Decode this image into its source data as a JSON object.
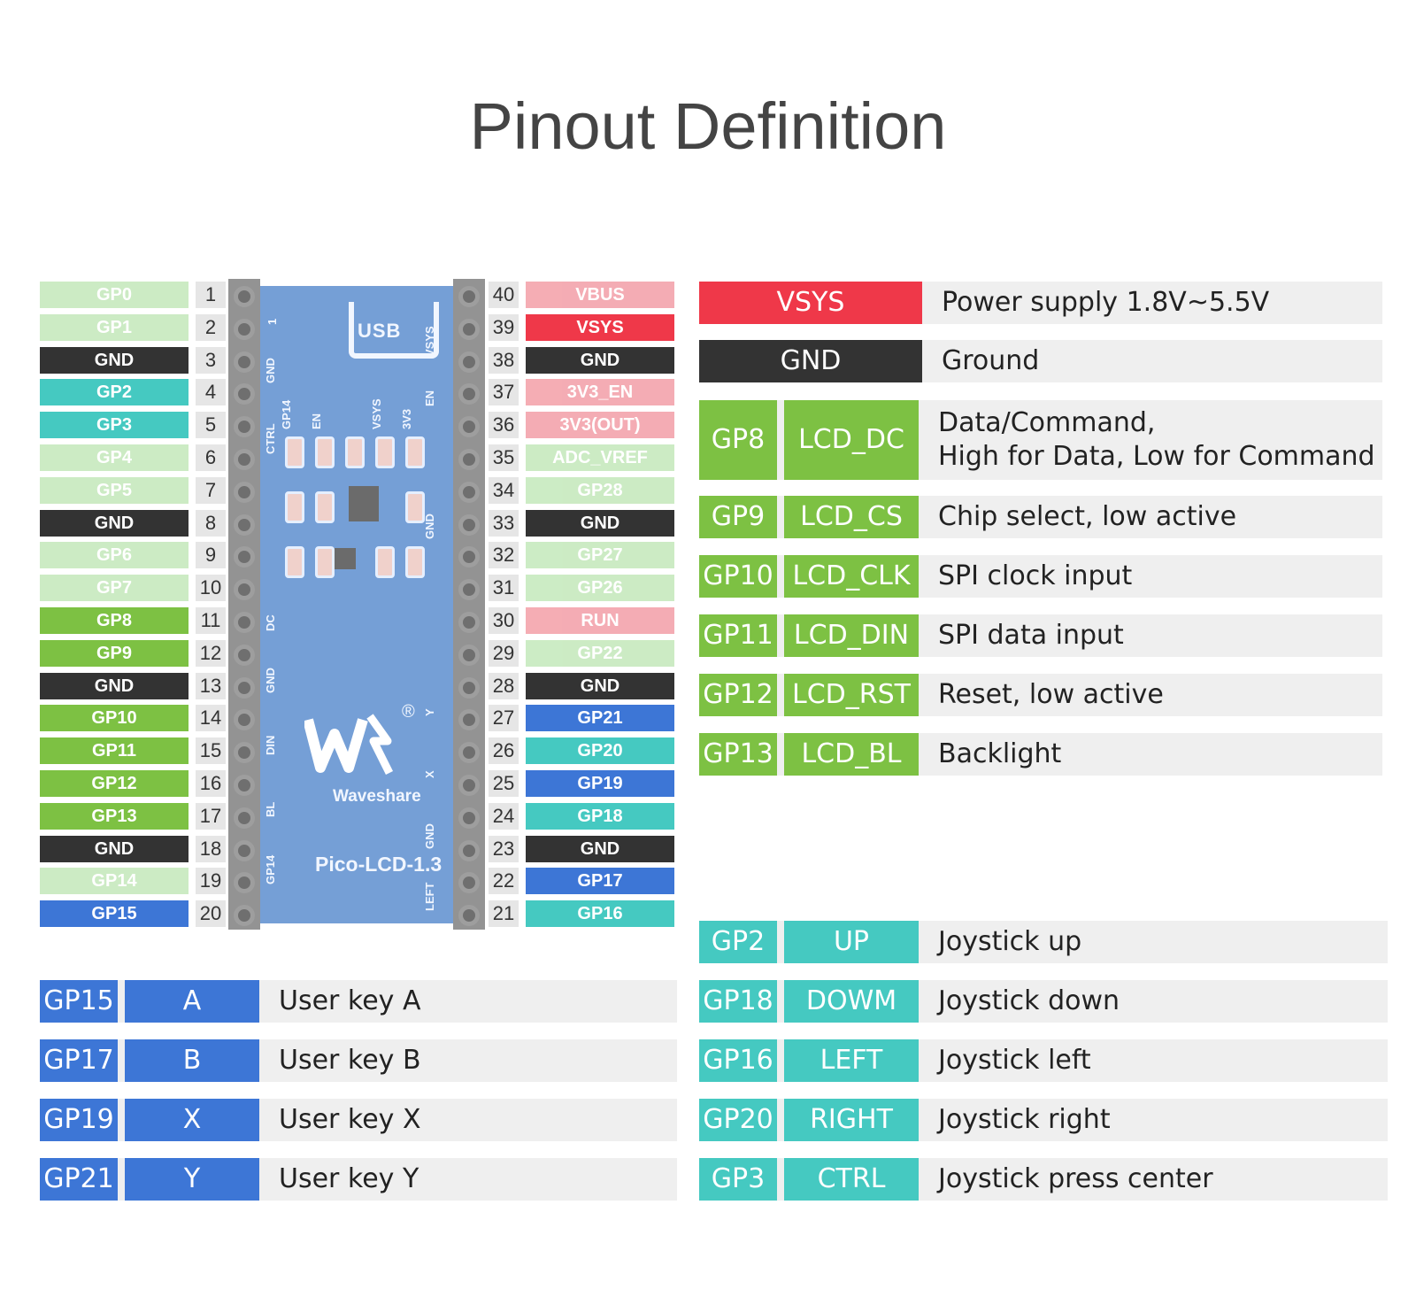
{
  "title": "Pinout Definition",
  "colors": {
    "light_green": "#c8eac0",
    "green": "#7dc143",
    "black": "#333333",
    "teal": "#45c9c1",
    "blue": "#3d76d6",
    "pink": "#f4a6ae",
    "red": "#ef3849"
  },
  "left_pins": [
    {
      "num": "1",
      "label": "GP0",
      "color": "light_green"
    },
    {
      "num": "2",
      "label": "GP1",
      "color": "light_green"
    },
    {
      "num": "3",
      "label": "GND",
      "color": "black"
    },
    {
      "num": "4",
      "label": "GP2",
      "color": "teal"
    },
    {
      "num": "5",
      "label": "GP3",
      "color": "teal"
    },
    {
      "num": "6",
      "label": "GP4",
      "color": "light_green"
    },
    {
      "num": "7",
      "label": "GP5",
      "color": "light_green"
    },
    {
      "num": "8",
      "label": "GND",
      "color": "black"
    },
    {
      "num": "9",
      "label": "GP6",
      "color": "light_green"
    },
    {
      "num": "10",
      "label": "GP7",
      "color": "light_green"
    },
    {
      "num": "11",
      "label": "GP8",
      "color": "green"
    },
    {
      "num": "12",
      "label": "GP9",
      "color": "green"
    },
    {
      "num": "13",
      "label": "GND",
      "color": "black"
    },
    {
      "num": "14",
      "label": "GP10",
      "color": "green"
    },
    {
      "num": "15",
      "label": "GP11",
      "color": "green"
    },
    {
      "num": "16",
      "label": "GP12",
      "color": "green"
    },
    {
      "num": "17",
      "label": "GP13",
      "color": "green"
    },
    {
      "num": "18",
      "label": "GND",
      "color": "black"
    },
    {
      "num": "19",
      "label": "GP14",
      "color": "light_green"
    },
    {
      "num": "20",
      "label": "GP15",
      "color": "blue"
    }
  ],
  "right_pins": [
    {
      "num": "40",
      "label": "VBUS",
      "color": "pink"
    },
    {
      "num": "39",
      "label": "VSYS",
      "color": "red"
    },
    {
      "num": "38",
      "label": "GND",
      "color": "black"
    },
    {
      "num": "37",
      "label": "3V3_EN",
      "color": "pink"
    },
    {
      "num": "36",
      "label": "3V3(OUT)",
      "color": "pink"
    },
    {
      "num": "35",
      "label": "ADC_VREF",
      "color": "light_green"
    },
    {
      "num": "34",
      "label": "GP28",
      "color": "light_green"
    },
    {
      "num": "33",
      "label": "GND",
      "color": "black"
    },
    {
      "num": "32",
      "label": "GP27",
      "color": "light_green"
    },
    {
      "num": "31",
      "label": "GP26",
      "color": "light_green"
    },
    {
      "num": "30",
      "label": "RUN",
      "color": "pink"
    },
    {
      "num": "29",
      "label": "GP22",
      "color": "light_green"
    },
    {
      "num": "28",
      "label": "GND",
      "color": "black"
    },
    {
      "num": "27",
      "label": "GP21",
      "color": "blue"
    },
    {
      "num": "26",
      "label": "GP20",
      "color": "teal"
    },
    {
      "num": "25",
      "label": "GP19",
      "color": "blue"
    },
    {
      "num": "24",
      "label": "GP18",
      "color": "teal"
    },
    {
      "num": "23",
      "label": "GND",
      "color": "black"
    },
    {
      "num": "22",
      "label": "GP17",
      "color": "blue"
    },
    {
      "num": "21",
      "label": "GP16",
      "color": "teal"
    }
  ],
  "board": {
    "usb": "USB",
    "brand": "Waveshare",
    "registered": "®",
    "model": "Pico-LCD-1.3",
    "silk_left": [
      "CTRL",
      "GP14",
      "EN",
      "VSYS",
      "3V3",
      "GND",
      "DC",
      "GND",
      "DIN",
      "BL",
      "GP14"
    ],
    "silk_right": [
      "VSYS",
      "EN",
      "GND",
      "Y",
      "X",
      "GND",
      "LEFT"
    ],
    "silk_one": "1"
  },
  "power_defs": [
    {
      "pin": "VSYS",
      "desc": "Power supply 1.8V~5.5V",
      "color": "red"
    },
    {
      "pin": "GND",
      "desc": "Ground",
      "color": "black"
    }
  ],
  "lcd_defs": [
    {
      "gpio": "GP8",
      "func": "LCD_DC",
      "desc": "Data/Command,",
      "desc2": "High for Data, Low for Command"
    },
    {
      "gpio": "GP9",
      "func": "LCD_CS",
      "desc": "Chip select, low active",
      "desc2": ""
    },
    {
      "gpio": "GP10",
      "func": "LCD_CLK",
      "desc": "SPI clock input",
      "desc2": ""
    },
    {
      "gpio": "GP11",
      "func": "LCD_DIN",
      "desc": "SPI data input",
      "desc2": ""
    },
    {
      "gpio": "GP12",
      "func": "LCD_RST",
      "desc": "Reset, low active",
      "desc2": ""
    },
    {
      "gpio": "GP13",
      "func": "LCD_BL",
      "desc": "Backlight",
      "desc2": ""
    }
  ],
  "joystick_defs": [
    {
      "gpio": "GP2",
      "func": "UP",
      "desc": "Joystick up"
    },
    {
      "gpio": "GP18",
      "func": "DOWM",
      "desc": "Joystick down"
    },
    {
      "gpio": "GP16",
      "func": "LEFT",
      "desc": "Joystick left"
    },
    {
      "gpio": "GP20",
      "func": "RIGHT",
      "desc": "Joystick right"
    },
    {
      "gpio": "GP3",
      "func": "CTRL",
      "desc": "Joystick press center"
    }
  ],
  "key_defs": [
    {
      "gpio": "GP15",
      "func": "A",
      "desc": "User key A"
    },
    {
      "gpio": "GP17",
      "func": "B",
      "desc": "User key B"
    },
    {
      "gpio": "GP19",
      "func": "X",
      "desc": "User key X"
    },
    {
      "gpio": "GP21",
      "func": "Y",
      "desc": "User key Y"
    }
  ]
}
